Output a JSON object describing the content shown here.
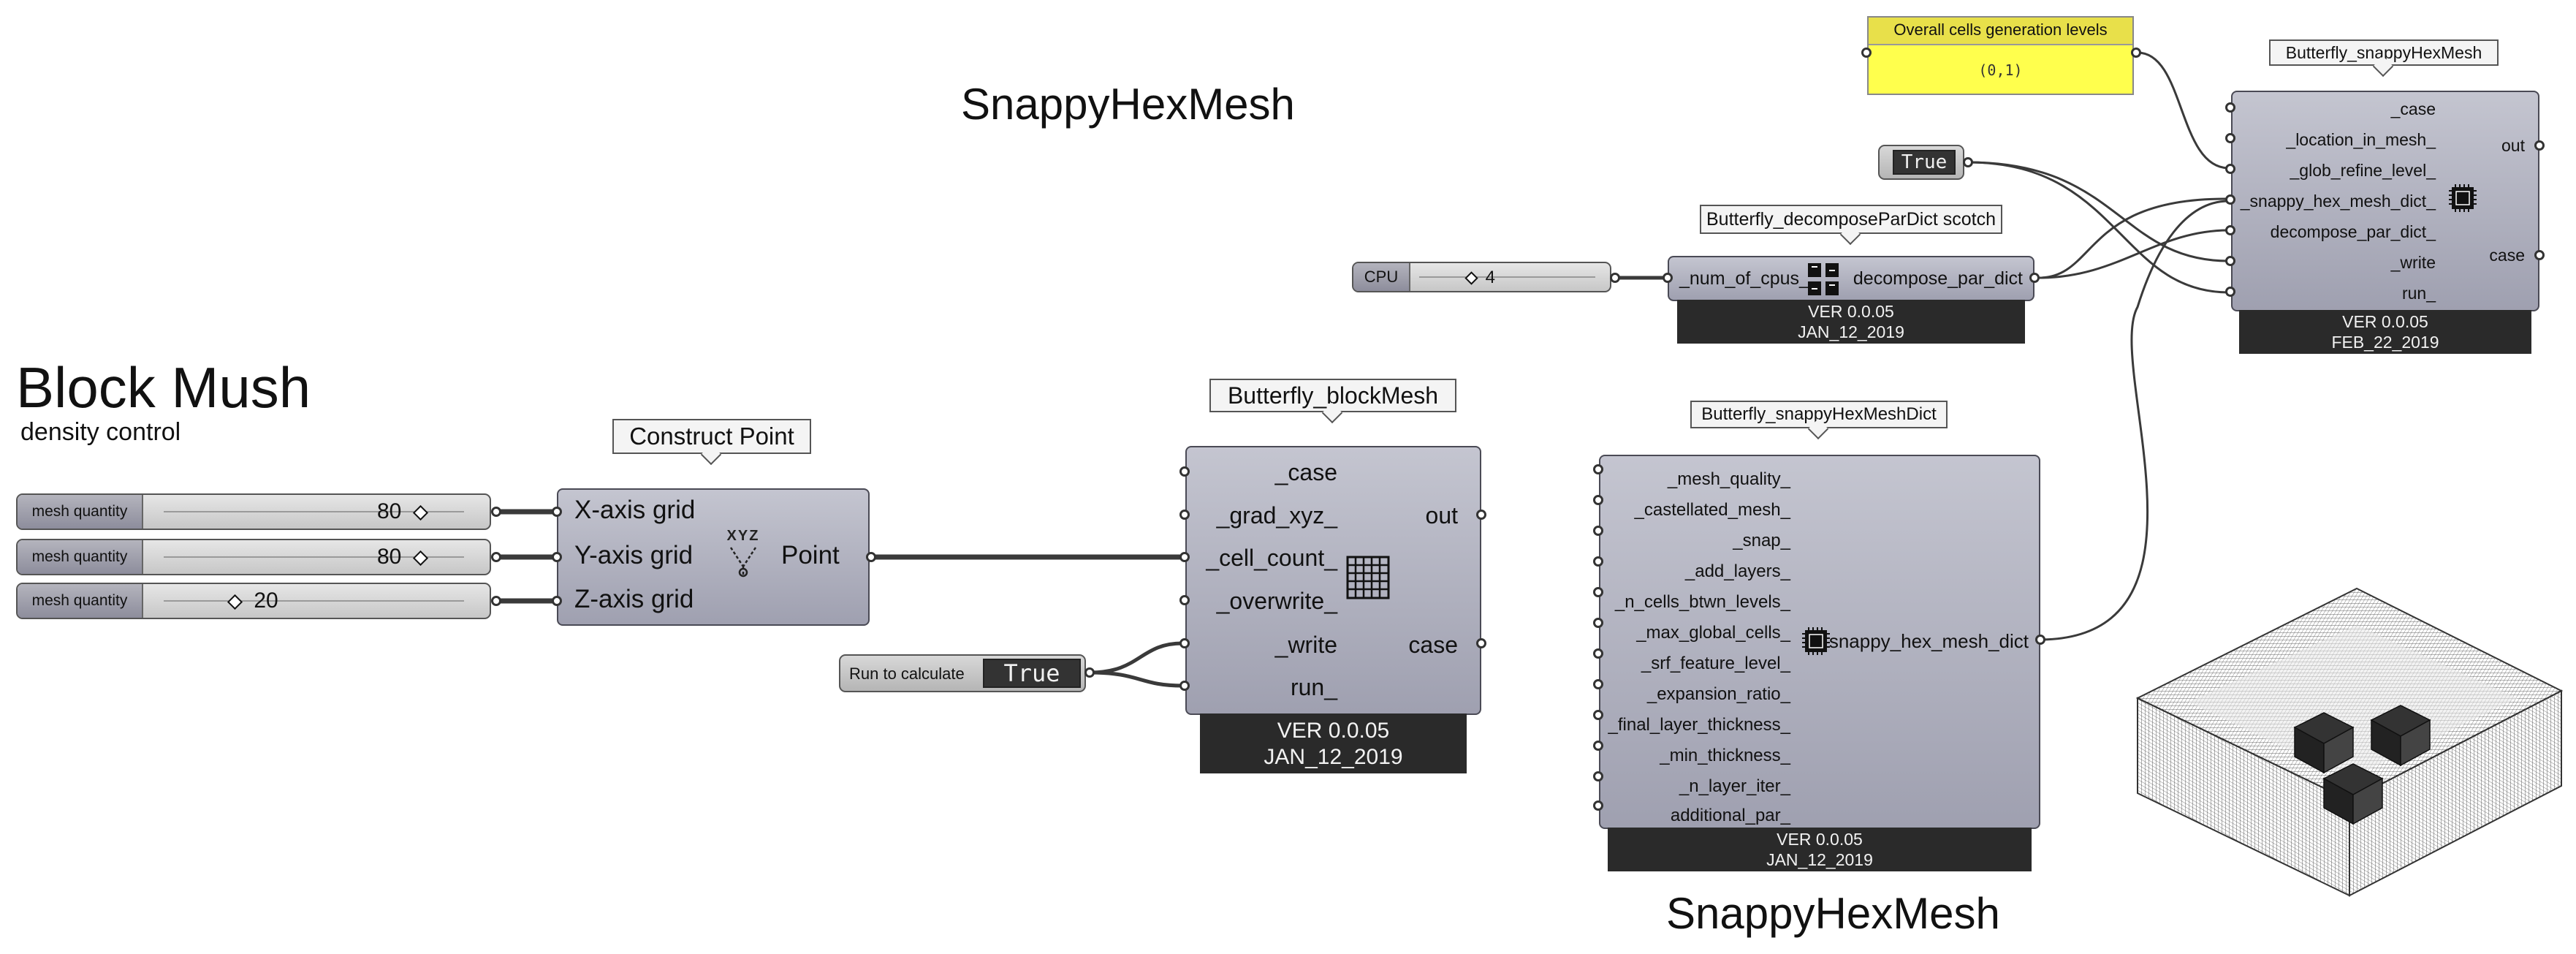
{
  "headings": {
    "snappy_top": "SnappyHexMesh",
    "block_title": "Block Mush",
    "block_subtitle": "density control",
    "snappy_bottom": "SnappyHexMesh"
  },
  "sliders": [
    {
      "label": "mesh quantity",
      "value": "80"
    },
    {
      "label": "mesh quantity",
      "value": "80"
    },
    {
      "label": "mesh quantity",
      "value": "20"
    },
    {
      "label": "CPU",
      "value": "4"
    }
  ],
  "construct_point": {
    "title": "Construct Point",
    "inputs": [
      "X-axis grid",
      "Y-axis grid",
      "Z-axis grid"
    ],
    "icon_text": "XYZ",
    "output": "Point"
  },
  "run_toggle": {
    "label": "Run to calculate",
    "value": "True"
  },
  "true_toggle": {
    "value": "True"
  },
  "blockmesh": {
    "title": "Butterfly_blockMesh",
    "inputs": [
      "_case",
      "_grad_xyz_",
      "_cell_count_",
      "_overwrite_",
      "_write",
      "run_"
    ],
    "outputs": [
      "out",
      "case"
    ],
    "version": "VER 0.0.05",
    "date": "JAN_12_2019"
  },
  "decompose": {
    "title": "Butterfly_decomposeParDict scotch",
    "input": "_num_of_cpus_",
    "output": "decompose_par_dict",
    "version": "VER 0.0.05",
    "date": "JAN_12_2019"
  },
  "snappy_dict": {
    "title": "Butterfly_snappyHexMeshDict",
    "inputs": [
      "_mesh_quality_",
      "_castellated_mesh_",
      "_snap_",
      "_add_layers_",
      "_n_cells_btwn_levels_",
      "_max_global_cells_",
      "_srf_feature_level_",
      "_expansion_ratio_",
      "_final_layer_thickness_",
      "_min_thickness_",
      "_n_layer_iter_",
      "additional_par_"
    ],
    "output": "snappy_hex_mesh_dict",
    "version": "VER 0.0.05",
    "date": "JAN_12_2019"
  },
  "panel": {
    "title": "Overall cells generation levels",
    "value": "(0,1)"
  },
  "snappy_mesh": {
    "title": "Butterfly_snappyHexMesh",
    "inputs": [
      "_case",
      "_location_in_mesh_",
      "_glob_refine_level_",
      "_snappy_hex_mesh_dict_",
      "decompose_par_dict_",
      "_write",
      "run_"
    ],
    "outputs": [
      "out",
      "case"
    ],
    "version": "VER 0.0.05",
    "date": "FEB_22_2019"
  },
  "colors": {
    "component_top": "#c4c5d0",
    "component_bottom": "#9fa0b0",
    "version_bar": "#2a2a2a",
    "panel": "#ffff4d",
    "wire": "#3a3a3a"
  }
}
